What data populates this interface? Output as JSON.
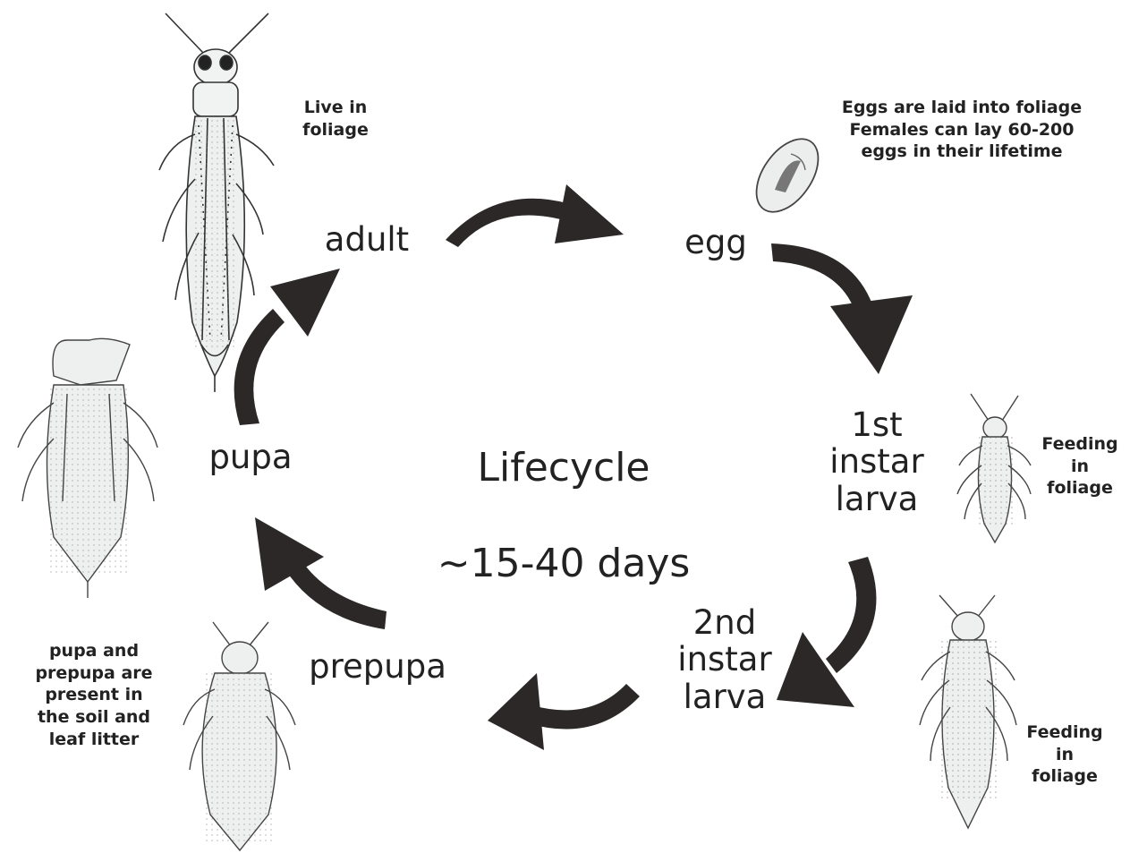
{
  "title": {
    "line1": "Lifecycle",
    "line2": "~15-40 days"
  },
  "stages": {
    "adult": "adult",
    "egg": "egg",
    "first_instar": "1st\ninstar\nlarva",
    "second_instar": "2nd\ninstar\nlarva",
    "prepupa": "prepupa",
    "pupa": "pupa"
  },
  "notes": {
    "adult": "Live in\nfoliage",
    "egg": "Eggs are laid into foliage\nFemales can lay 60-200\neggs in their lifetime",
    "first_instar": "Feeding\nin\nfoliage",
    "second_instar": "Feeding\nin\nfoliage",
    "pupa_prepupa": "pupa and\nprepupa are\npresent in\nthe soil and\nleaf litter"
  },
  "colors": {
    "arrow": "#2b2827",
    "ink": "#1e1e1e",
    "body_fill": "#e9ecec"
  }
}
